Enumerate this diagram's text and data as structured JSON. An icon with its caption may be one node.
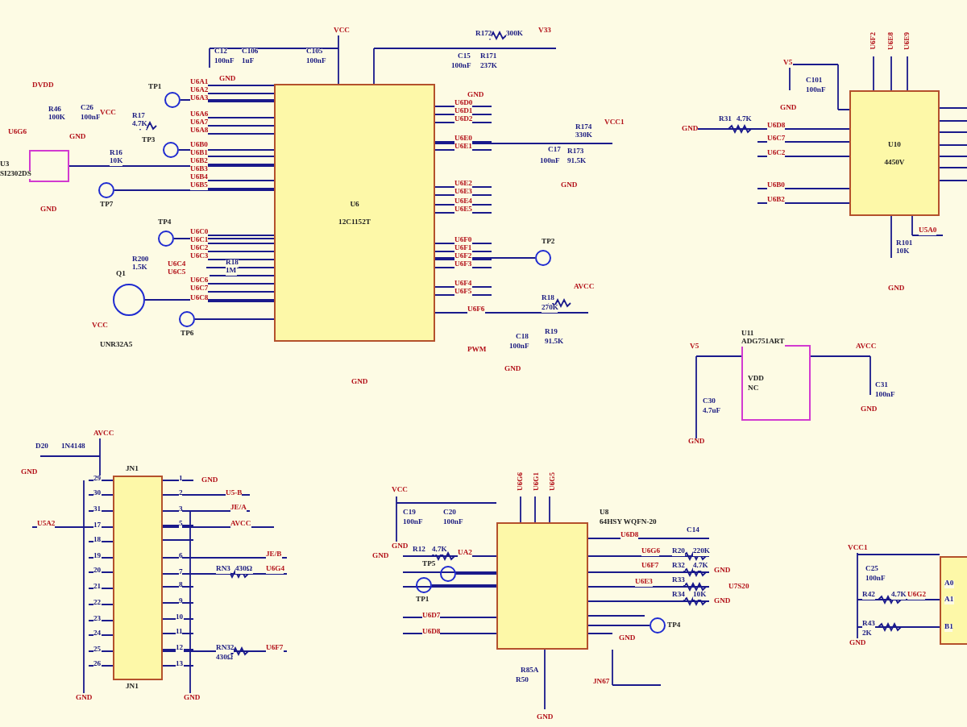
{
  "diagram": {
    "nodes": [
      {
        "text": [
          "U6",
          "12C1152T"
        ]
      },
      {
        "text": [
          "U10",
          "4450V"
        ]
      },
      {
        "text": [
          "VDD",
          "NC"
        ],
        "beside": [
          "U11",
          "ADG751ART"
        ]
      },
      {
        "text": [],
        "shape": "box",
        "beside": [
          "JN1",
          "JN1"
        ]
      },
      {
        "text": [],
        "shape": "box",
        "beside": [
          "U8",
          "64HSY WQFN-20"
        ]
      },
      {
        "text": [],
        "shape": "box"
      },
      {
        "text": [],
        "shape": "circle",
        "beside": [
          "Q1",
          "UNR32A5"
        ]
      },
      {
        "text": [],
        "shape": "box",
        "beside": [
          "U3",
          "SI2302DS"
        ]
      },
      {
        "text": [],
        "shape": "circle",
        "beside": [
          "TP1"
        ]
      },
      {
        "text": [],
        "shape": "circle",
        "beside": [
          "TP3"
        ]
      },
      {
        "text": [],
        "shape": "circle",
        "beside": [
          "TP7"
        ]
      },
      {
        "text": [],
        "shape": "circle",
        "beside": [
          "TP4"
        ]
      },
      {
        "text": [],
        "shape": "circle",
        "beside": [
          "TP6"
        ]
      },
      {
        "text": [],
        "shape": "circle",
        "beside": [
          "TP2"
        ]
      },
      {
        "text": [],
        "shape": "circle",
        "beside": [
          "TP5"
        ]
      },
      {
        "text": [],
        "shape": "circle",
        "beside": [
          "TP1"
        ]
      },
      {
        "text": [],
        "shape": "circle",
        "beside": [
          "TP4"
        ]
      }
    ],
    "edges": [
      {
        "from": 8,
        "to": 0,
        "arrow": "none"
      },
      {
        "from": 9,
        "to": 0,
        "arrow": "none"
      },
      {
        "from": 10,
        "to": 0,
        "arrow": "none"
      },
      {
        "from": 11,
        "to": 0,
        "arrow": "none"
      },
      {
        "from": 12,
        "to": 0,
        "arrow": "none"
      },
      {
        "from": 13,
        "to": 0,
        "arrow": "none"
      },
      {
        "from": 14,
        "to": 4,
        "arrow": "none"
      },
      {
        "from": 15,
        "to": 4,
        "arrow": "none"
      },
      {
        "from": 16,
        "to": 4,
        "arrow": "none"
      },
      {
        "from": 7,
        "to": 0,
        "arrow": "none"
      },
      {
        "from": 6,
        "to": 0,
        "arrow": "none"
      }
    ],
    "labels": [
      "VCC",
      "C12",
      "100nF",
      "C106",
      "1uF",
      "C105",
      "100nF",
      "GND",
      "R172",
      "300K",
      "V33",
      "C15",
      "100nF",
      "R171",
      "237K",
      "GND",
      "DVDD",
      "R46",
      "100K",
      "C26",
      "100nF",
      "GND",
      "VCC",
      "R17",
      "4.7K",
      "U6G6",
      "R16",
      "10K",
      "GND",
      "U6A1",
      "U6A2",
      "U6A3",
      "U6A6",
      "U6A7",
      "U6A8",
      "U6B0",
      "U6B1",
      "U6B2",
      "U6B3",
      "U6B4",
      "U6B5",
      "U6C0",
      "U6C1",
      "U6C2",
      "U6C3",
      "U6C4",
      "U6C5",
      "U6C6",
      "U6C7",
      "U6C8",
      "R200",
      "1.5K",
      "R18",
      "1M",
      "VCC",
      "U6D0",
      "U6D1",
      "U6D2",
      "U6E0",
      "U6E1",
      "U6E2",
      "U6E3",
      "U6E4",
      "U6E5",
      "U6F0",
      "U6F1",
      "U6F2",
      "U6F3",
      "U6F4",
      "U6F5",
      "U6F6",
      "PWM",
      "R174",
      "330K",
      "VCC1",
      "C17",
      "100nF",
      "R173",
      "91.5K",
      "GND",
      "R18",
      "270K",
      "AVCC",
      "C18",
      "100nF",
      "R19",
      "91.5K",
      "GND",
      "GND",
      "V5",
      "C101",
      "100nF",
      "GND",
      "GND",
      "R31",
      "4.7K",
      "U6D8",
      "U6C7",
      "U6C2",
      "U6B0",
      "U6B2",
      "U6F2",
      "U6E8",
      "U6E9",
      "U5A0",
      "R101",
      "10K",
      "GND",
      "V5",
      "AVCC",
      "C30",
      "4.7uF",
      "C31",
      "100nF",
      "GND",
      "GND",
      "D20",
      "1N4148",
      "GND",
      "AVCC",
      "GND",
      "U5-B",
      "JE/A",
      "U5A2",
      "AVCC",
      "JE/B",
      "RN3",
      "430Ω",
      "U6G4",
      "RN32",
      "430Ω",
      "U6F7",
      "GND",
      "GND",
      "1",
      "2",
      "3",
      "5",
      "6",
      "7",
      "8",
      "9",
      "10",
      "11",
      "12",
      "13",
      "29",
      "30",
      "31",
      "17",
      "18",
      "19",
      "20",
      "21",
      "22",
      "23",
      "24",
      "25",
      "26",
      "VCC",
      "C19",
      "100nF",
      "C20",
      "100nF",
      "GND",
      "GND",
      "R12",
      "4.7K",
      "UA2",
      "U6G6",
      "U6G1",
      "U6G5",
      "U6D8",
      "U6G6",
      "U6F7",
      "U6E3",
      "C14",
      "R20",
      "220K",
      "R32",
      "4.7K",
      "GND",
      "R33",
      "U7S20",
      "R34",
      "10K",
      "GND",
      "GND",
      "U6D7",
      "U6D8",
      "R85A",
      "R50",
      "JN67",
      "GND",
      "VCC1",
      "C25",
      "100nF",
      "R42",
      "4.7K",
      "U6G2",
      "R43",
      "2K",
      "GND",
      "A0",
      "A1",
      "B1"
    ]
  }
}
